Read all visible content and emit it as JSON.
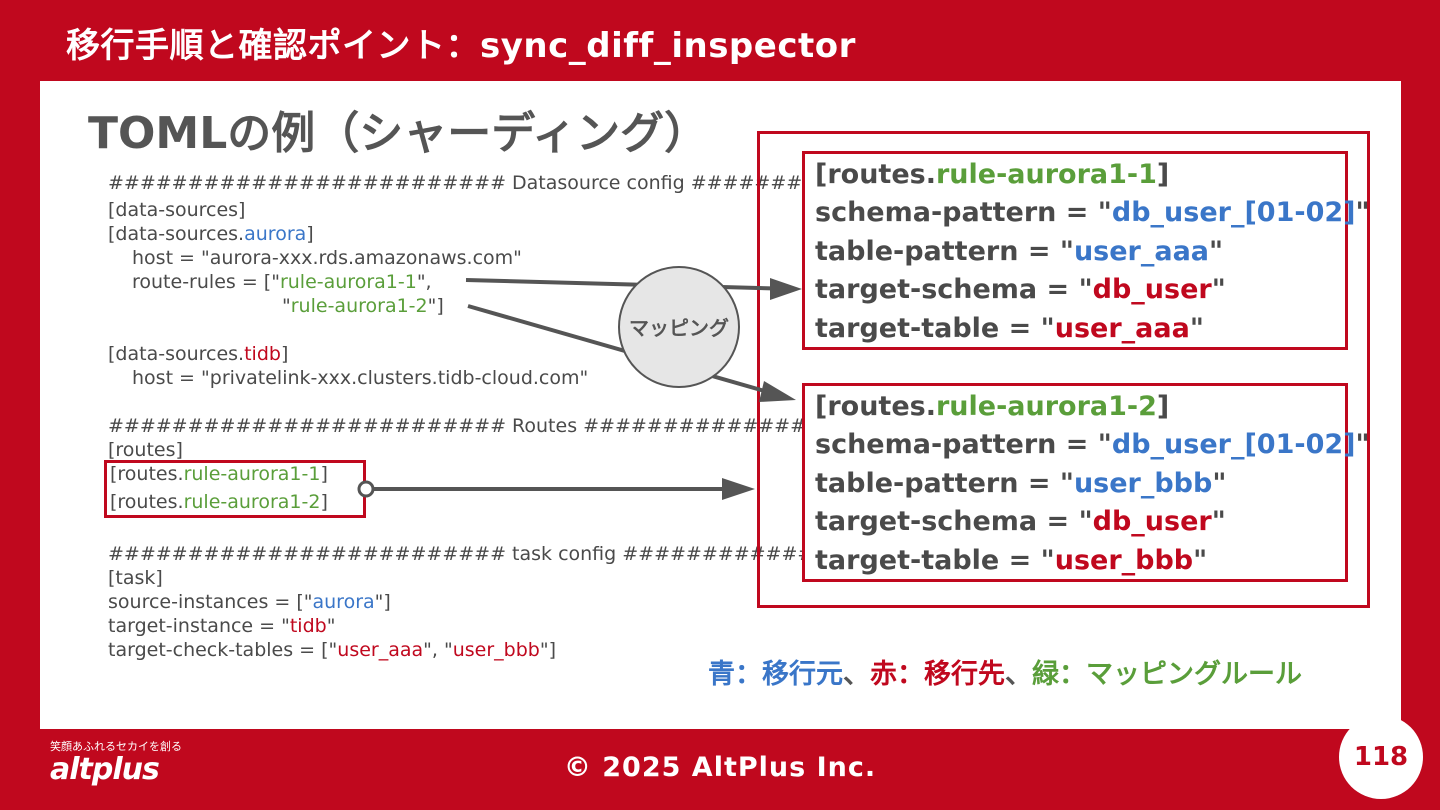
{
  "header": {
    "title": "移行手順と確認ポイント：sync_diff_inspector"
  },
  "subtitle": "TOMLの例（シャーディング）",
  "config": {
    "ds_header": "######################### Datasource config #######",
    "ds_section": "[data-sources]",
    "aurora_prefix": "[data-sources.",
    "aurora_name": "aurora",
    "close_bracket": "]",
    "aurora_host": "host = \"aurora-xxx.rds.amazonaws.com\"",
    "route_rules_prefix": "route-rules = [\"",
    "rule1": "rule-aurora1-1",
    "rule1_suffix": "\",",
    "rule2_prefix": "\"",
    "rule2": "rule-aurora1-2",
    "rule2_suffix": "\"]",
    "tidb_prefix": "[data-sources.",
    "tidb_name": "tidb",
    "tidb_host": "host = \"privatelink-xxx.clusters.tidb-cloud.com\"",
    "routes_header": "######################### Routes ###############",
    "routes_section": "[routes]",
    "route_prefix": "[routes.",
    "task_header": "######################### task config ############",
    "task_section": "[task]",
    "source_prefix": "source-instances = [\"",
    "source_name": "aurora",
    "source_suffix": "\"]",
    "target_prefix": "target-instance = \"",
    "target_name": "tidb",
    "target_suffix": "\"",
    "check_prefix": "target-check-tables = [\"",
    "check_t1": "user_aaa",
    "check_mid": "\", \"",
    "check_t2": "user_bbb",
    "check_suffix": "\"]"
  },
  "mapping_label": "マッピング",
  "rules": [
    {
      "header_prefix": "[routes.",
      "header_name": "rule-aurora1-1",
      "header_suffix": "]",
      "schema_pattern_prefix": "schema-pattern = \"",
      "schema_pattern": "db_user_[01-02]",
      "table_pattern_prefix": "table-pattern = \"",
      "table_pattern": "user_aaa",
      "target_schema_prefix": "target-schema = \"",
      "target_schema": "db_user",
      "target_table_prefix": "target-table = \"",
      "target_table": "user_aaa",
      "quote": "\""
    },
    {
      "header_prefix": "[routes.",
      "header_name": "rule-aurora1-2",
      "header_suffix": "]",
      "schema_pattern_prefix": "schema-pattern = \"",
      "schema_pattern": "db_user_[01-02]",
      "table_pattern_prefix": "table-pattern = \"",
      "table_pattern": "user_bbb",
      "target_schema_prefix": "target-schema = \"",
      "target_schema": "db_user",
      "target_table_prefix": "target-table = \"",
      "target_table": "user_bbb",
      "quote": "\""
    }
  ],
  "legend": {
    "blue": "青：移行元",
    "sep1": "、",
    "red": "赤：移行先",
    "sep2": "、",
    "green": "緑：マッピングルール"
  },
  "footer": {
    "copyright": "© 2025 AltPlus Inc.",
    "page": "118"
  },
  "logo": {
    "tagline": "笑顔あふれるセカイを創る",
    "name": "altplus"
  },
  "colors": {
    "brand_red": "#c0081e",
    "blue": "#3a76c8",
    "green": "#5a9e3a"
  }
}
